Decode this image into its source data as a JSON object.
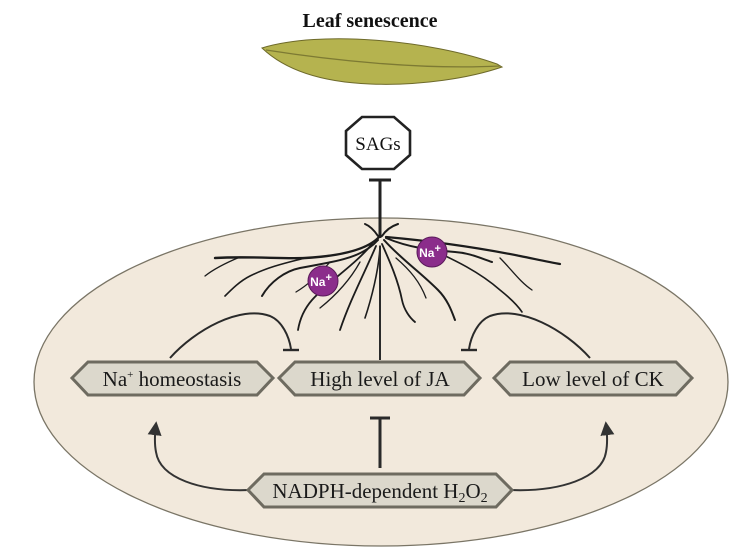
{
  "title": "Leaf senescence",
  "sags": "SAGs",
  "ions": {
    "label": "Na",
    "charge": "+"
  },
  "boxes": {
    "na_homeostasis": {
      "main": "Na",
      "sup": "+",
      "rest": " homeostasis"
    },
    "high_ja": "High level of JA",
    "low_ck": "Low level of CK",
    "nadph": {
      "prefix": "NADPH-dependent H",
      "sub1": "2",
      "mid": "O",
      "sub2": "2"
    }
  },
  "colors": {
    "leaf": "#b5b34f",
    "ellipse_fill": "#f2e9dc",
    "box_fill": "#dcd8cc",
    "box_stroke": "#6e6b60",
    "ion": "#8b2d8b",
    "root": "#1c1c1c"
  }
}
